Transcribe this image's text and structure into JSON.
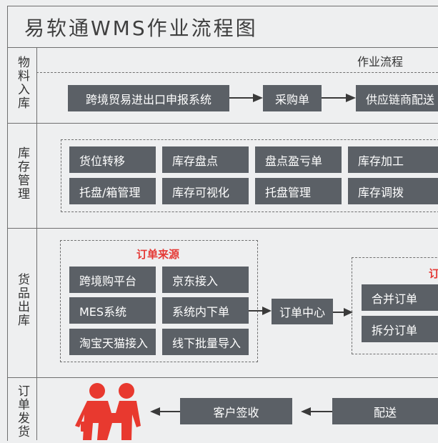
{
  "title": "易软通WMS作业流程图",
  "rows": {
    "inbound": "物料入库",
    "inventory": "库存管理",
    "outbound": "货品出库",
    "delivery": "订单发货"
  },
  "inbound": {
    "header": "作业流程",
    "steps": [
      "跨境贸易进出口申报系统",
      "采购单",
      "供应链商配送"
    ]
  },
  "inventory": {
    "items": [
      "货位转移",
      "库存盘点",
      "盘点盈亏单",
      "库存加工",
      "托盘/箱管理",
      "库存可视化",
      "托盘管理",
      "库存调拨"
    ]
  },
  "outbound": {
    "source_title": "订单来源",
    "sources": [
      "跨境购平台",
      "京东接入",
      "MES系统",
      "系统内下单",
      "淘宝天猫接入",
      "线下批量导入"
    ],
    "center": "订单中心",
    "right_title": "订",
    "right_items": [
      "合并订单",
      "拆分订单"
    ]
  },
  "delivery": {
    "sign": "客户签收",
    "dispatch": "配送"
  },
  "colors": {
    "box": "#5b6066",
    "accent_red": "#e53935",
    "figure_red": "#e8392f",
    "background": "#eeeff0"
  }
}
